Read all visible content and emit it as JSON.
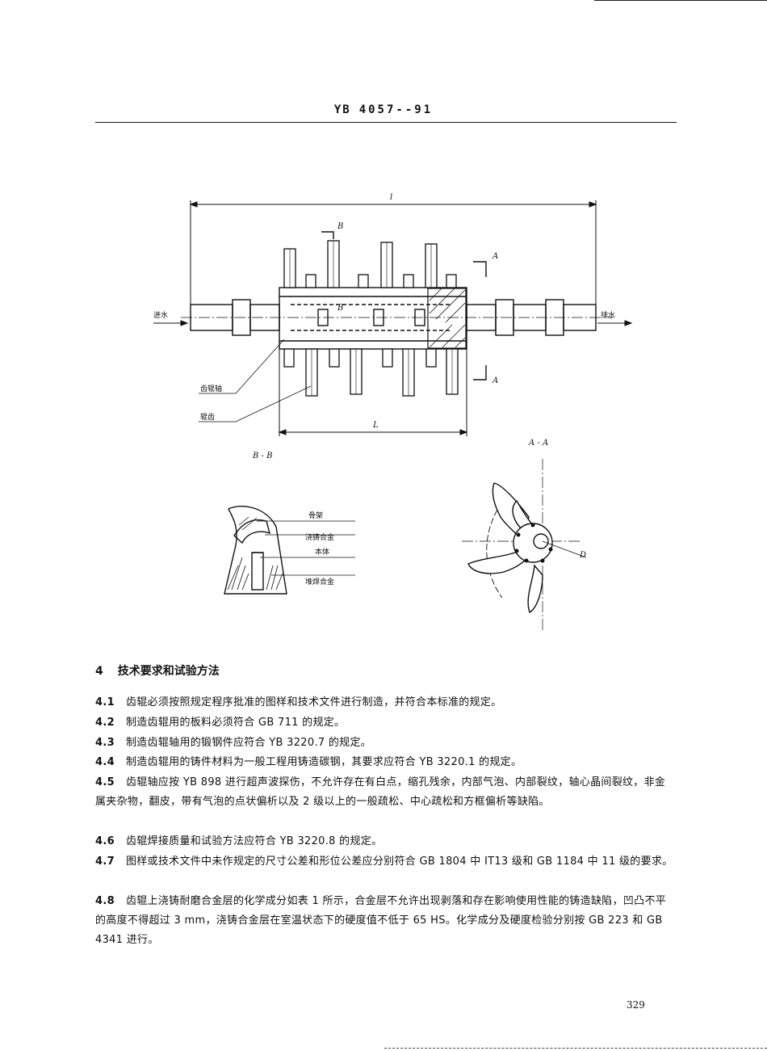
{
  "header": {
    "prefix": "YB",
    "code": "4057--91"
  },
  "figure": {
    "dim_l": "l",
    "dim_L": "L",
    "section_mark_A": "A",
    "section_mark_B": "B",
    "inlet": "进水",
    "outlet": "排水",
    "label_shaft": "齿辊轴",
    "label_tooth": "辊齿",
    "view_bb": "B - B",
    "view_aa": "A - A",
    "bb_labels": [
      "骨架",
      "浇铸合金",
      "本体",
      "堆焊合金"
    ],
    "dim_D": "D"
  },
  "section": {
    "num": "4",
    "title": "技术要求和试验方法"
  },
  "paragraphs": [
    {
      "num": "4.1",
      "text": "齿辊必须按照规定程序批准的图样和技术文件进行制造，并符合本标准的规定。"
    },
    {
      "num": "4.2",
      "text": "制造齿辊用的板料必须符合 GB 711 的规定。"
    },
    {
      "num": "4.3",
      "text": "制造齿辊轴用的锻钢件应符合 YB 3220.7 的规定。"
    },
    {
      "num": "4.4",
      "text": "制造齿辊用的铸件材料为一般工程用铸造碳钢，其要求应符合 YB 3220.1 的规定。"
    },
    {
      "num": "4.5",
      "text": "齿辊轴应按 YB 898 进行超声波探伤，不允许存在有白点，缩孔残余，内部气泡、内部裂纹，轴心晶间裂纹，非金属夹杂物，翻皮，带有气泡的点状偏析以及 2 级以上的一般疏松、中心疏松和方框偏析等缺陷。"
    },
    {
      "num": "4.6",
      "text": "齿辊焊接质量和试验方法应符合 YB 3220.8 的规定。"
    },
    {
      "num": "4.7",
      "text": "图样或技术文件中未作规定的尺寸公差和形位公差应分别符合 GB 1804 中 IT13 级和 GB 1184 中 11 级的要求。"
    },
    {
      "num": "4.8",
      "text": "齿辊上浇铸耐磨合金层的化学成分如表 1 所示，合金层不允许出现剥落和存在影响使用性能的铸造缺陷，凹凸不平的高度不得超过 3 mm，浇铸合金层在室温状态下的硬度值不低于 65 HS。化学成分及硬度检验分别按 GB 223 和 GB 4341 进行。"
    }
  ],
  "page_number": "329"
}
